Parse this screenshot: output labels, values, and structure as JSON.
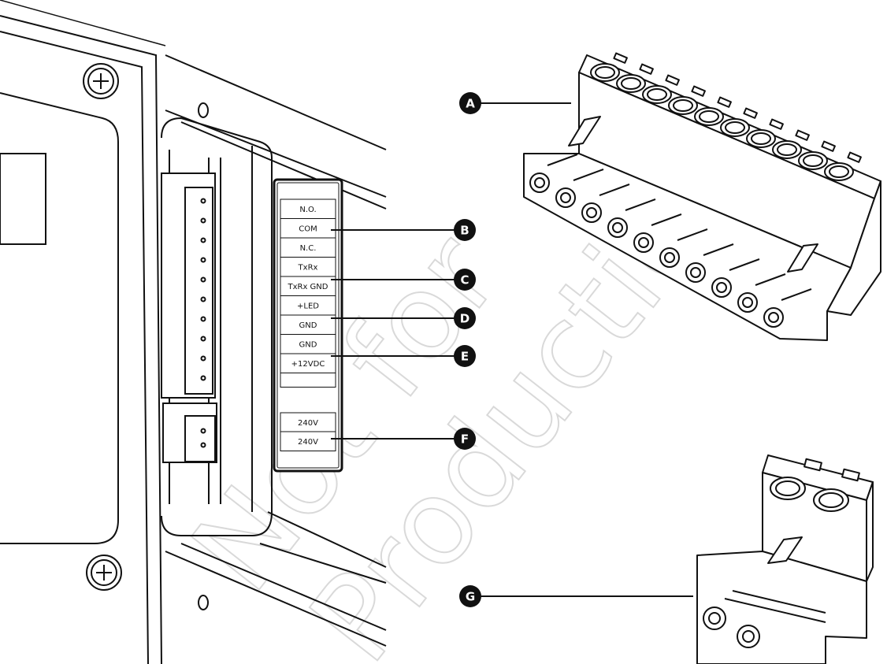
{
  "terminal_labels": [
    "N.O.",
    "COM",
    "N.C.",
    "TxRx",
    "TxRx GND",
    "+LED",
    "GND",
    "GND",
    "+12VDC",
    "240V",
    "240V"
  ],
  "callouts": {
    "a": "A",
    "b": "B",
    "c": "C",
    "d": "D",
    "e": "E",
    "f": "F",
    "g": "G"
  },
  "watermark": {
    "line1": "Not for",
    "line2": "Production"
  },
  "colors": {
    "line": "#111111",
    "callout_fill": "#111111",
    "watermark_stroke": "#d9d9d9"
  }
}
